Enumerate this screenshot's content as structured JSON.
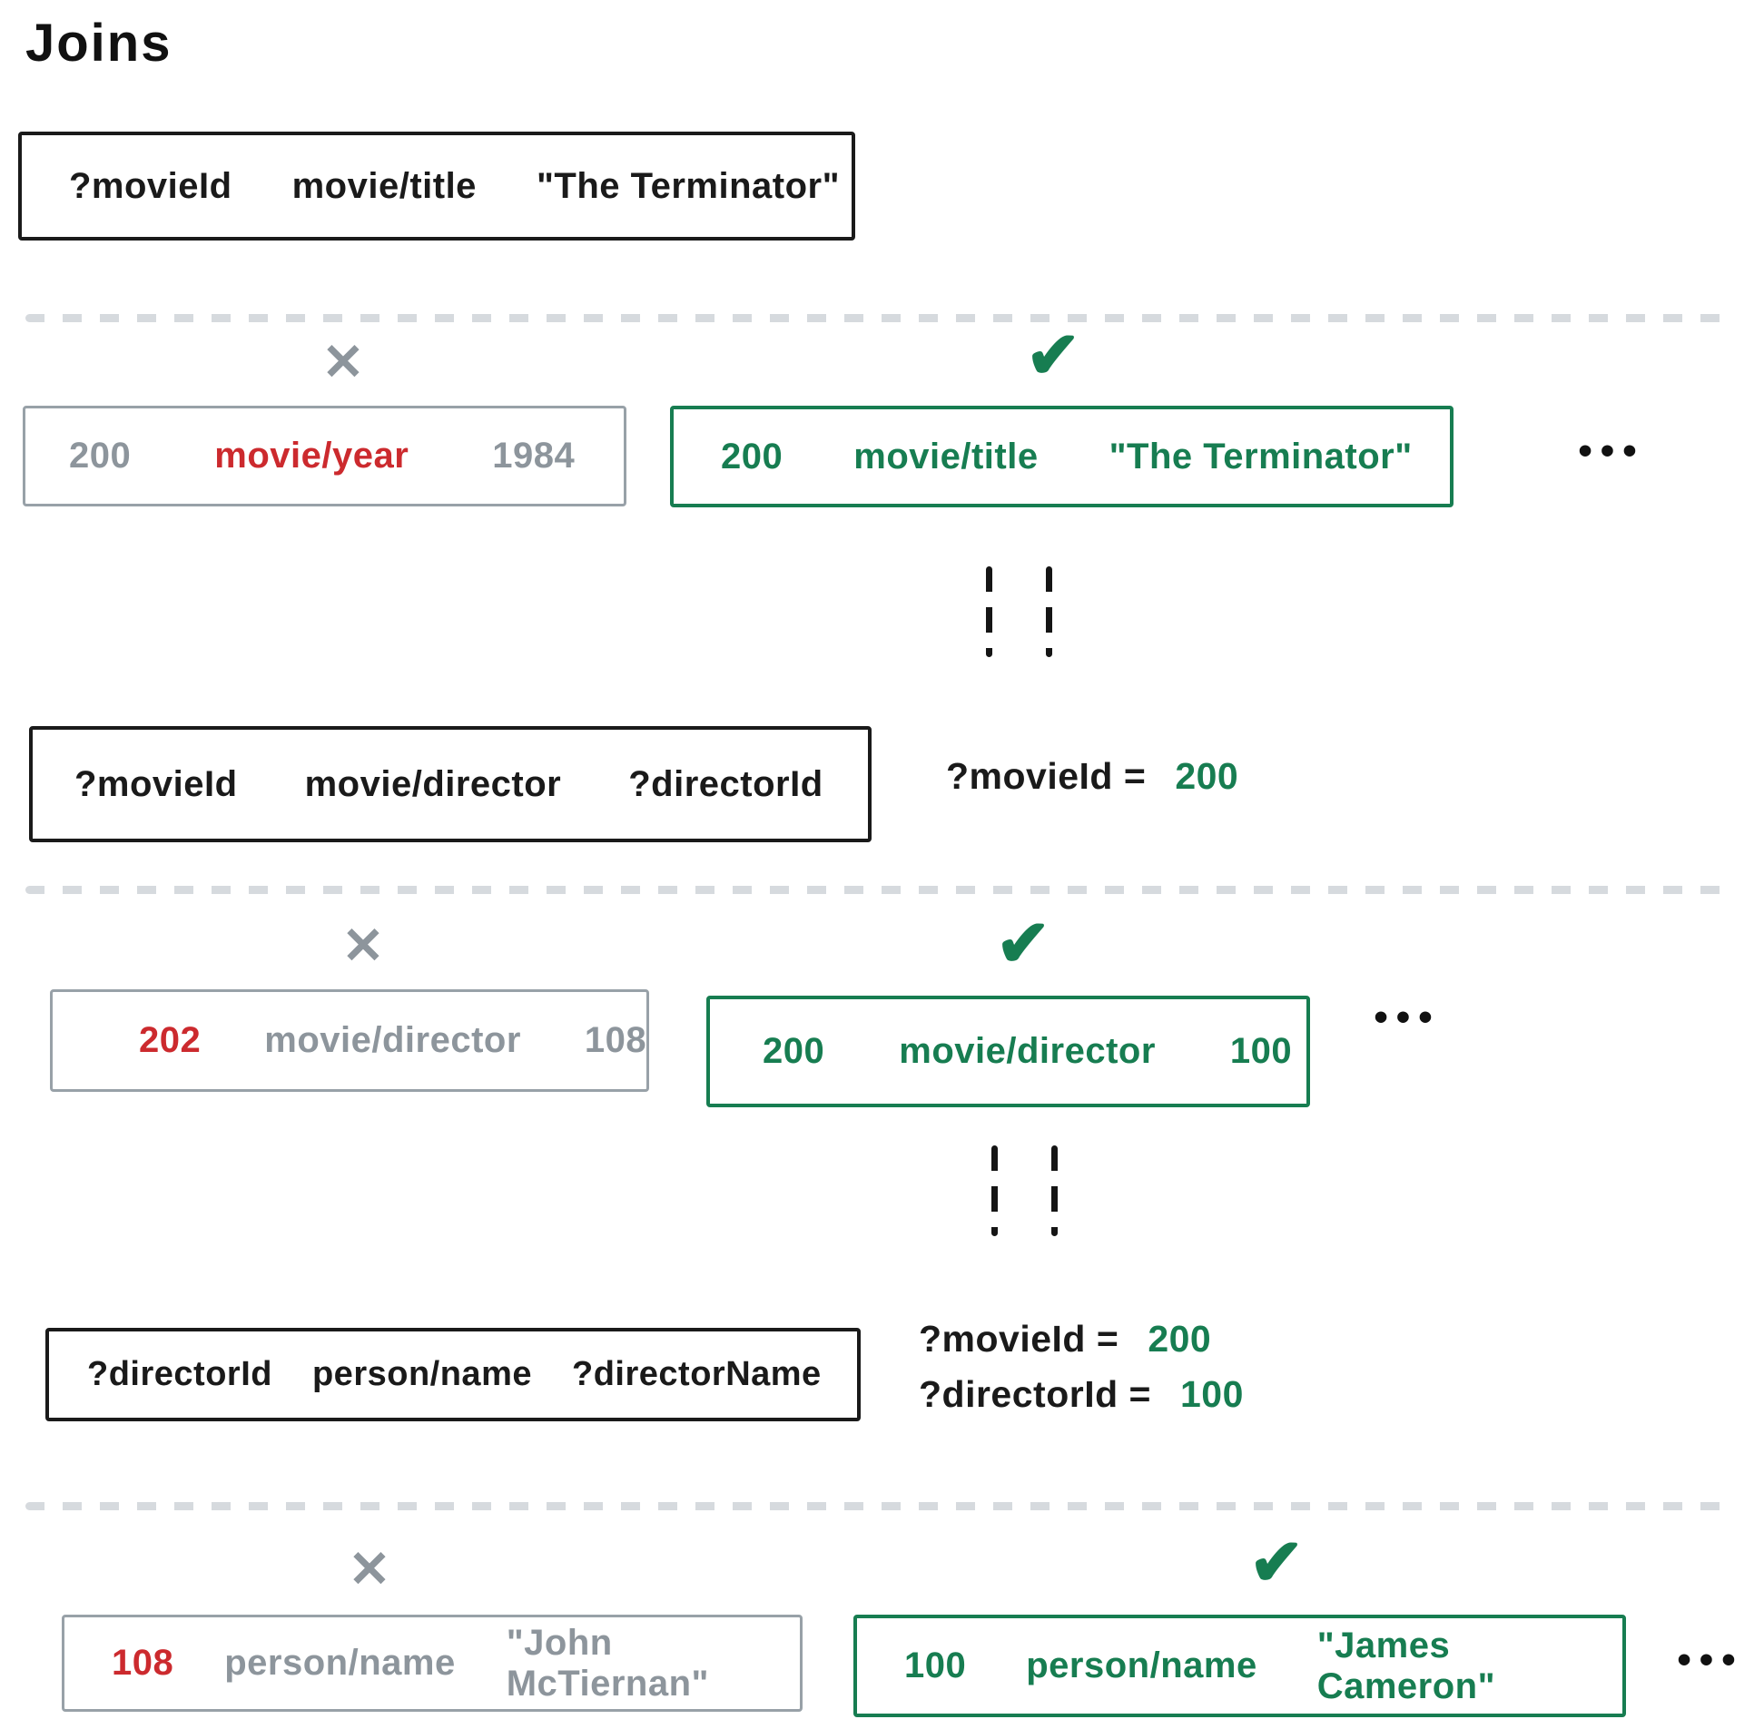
{
  "title": "Joins",
  "icons": {
    "x_mark": "✕",
    "check_mark": "✔",
    "ellipsis": "•••"
  },
  "colors": {
    "green": "#177d51",
    "red": "#cc2a2e",
    "gray": "#8d959c",
    "black": "#1a1a1a",
    "divider_gray": "#d6dade"
  },
  "query_boxes": {
    "movie_title": {
      "subject": "?movieId",
      "predicate": "movie/title",
      "object": "\"The Terminator\""
    },
    "movie_director": {
      "subject": "?movieId",
      "predicate": "movie/director",
      "object": "?directorId"
    },
    "person_name": {
      "subject": "?directorId",
      "predicate": "person/name",
      "object": "?directorName"
    }
  },
  "sections": {
    "movie_title": {
      "rejected": {
        "subject": "200",
        "predicate": "movie/year",
        "object": "1984"
      },
      "accepted": {
        "subject": "200",
        "predicate": "movie/title",
        "object": "\"The Terminator\""
      }
    },
    "movie_director": {
      "binding": {
        "label": "?movieId =",
        "value": "200"
      },
      "rejected": {
        "subject": "202",
        "predicate": "movie/director",
        "object": "108"
      },
      "accepted": {
        "subject": "200",
        "predicate": "movie/director",
        "object": "100"
      }
    },
    "person_name": {
      "bindings": [
        {
          "label": "?movieId =",
          "value": "200"
        },
        {
          "label": "?directorId =",
          "value": "100"
        }
      ],
      "rejected": {
        "subject": "108",
        "predicate": "person/name",
        "object": "\"John McTiernan\""
      },
      "accepted": {
        "subject": "100",
        "predicate": "person/name",
        "object": "\"James Cameron\""
      }
    }
  }
}
